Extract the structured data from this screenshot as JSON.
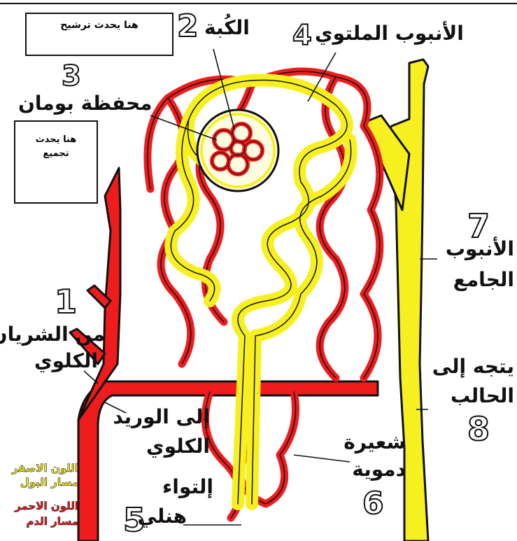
{
  "colors": {
    "blood": "#ee1c1c",
    "urine": "#f7f020",
    "outline": "#111111"
  },
  "boxes": {
    "filtration": "هنا يحدث ترشيح",
    "collection_line1": "هنا يحدث",
    "collection_line2": "تجميع"
  },
  "labels": {
    "glomerulus": {
      "num": "2",
      "text": "الكُبة"
    },
    "convoluted": {
      "num": "4",
      "text": "الأنبوب الملتوي"
    },
    "bowman": {
      "num": "3",
      "text": "محفظة بومان"
    },
    "artery": {
      "num": "1",
      "line1": "من الشريان",
      "line2": "الكلوي"
    },
    "collecting": {
      "num": "7",
      "line1": "الأنبوب",
      "line2": "الجامع"
    },
    "ureter": {
      "num": "8",
      "line1": "يتجه إلى",
      "line2": "الحالب"
    },
    "vein": {
      "line1": "إلى الوريد",
      "line2": "الكلوي"
    },
    "capillary": {
      "num": "6",
      "line1": "شعيرة",
      "line2": "دموية"
    },
    "henle": {
      "num": "5",
      "line1": "إلتواء",
      "line2": "هنلي"
    }
  },
  "legend": {
    "yellow_line1": "اللون الاصفر",
    "yellow_line2": "مسار البول",
    "red_line1": "اللون الاحمر",
    "red_line2": "مسار الدم"
  }
}
